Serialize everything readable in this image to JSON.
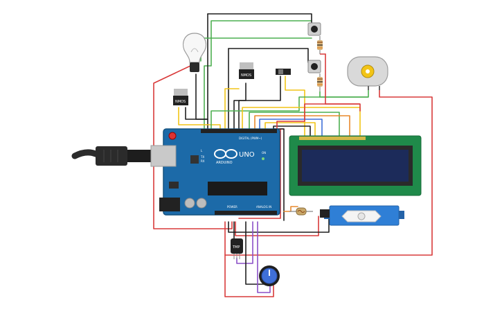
{
  "colors": {
    "board": "#1c6aa8",
    "board_edge": "#15527f",
    "wire_red": "#d93a3a",
    "wire_black": "#1f1f1f",
    "wire_green": "#4caf50",
    "wire_yellow": "#f2c417",
    "wire_orange": "#e8892c",
    "wire_blue": "#3f6fd8",
    "wire_purple": "#8a4fc7",
    "lcd_board": "#1f8a4a",
    "lcd_screen": "#1c2b5a",
    "servo_body": "#2f7fd6",
    "usb_cable": "#2b2b2b"
  },
  "arduino": {
    "brand": "ARDUINO",
    "model": "UNO",
    "digital_label": "DIGITAL (PWM~)",
    "power_label": "POWER",
    "analog_label": "ANALOG IN",
    "tx_label": "TX",
    "rx_label": "RX",
    "l_label": "L",
    "on_label": "ON"
  },
  "components": {
    "mosfet_1_label": "NMOS",
    "mosfet_2_label": "NMOS",
    "temp_sensor_label": "TMP"
  },
  "icons": {
    "bulb": "bulb-icon",
    "motor": "dc-motor-icon",
    "usb": "usb-plug-icon",
    "knob": "potentiometer-icon"
  }
}
